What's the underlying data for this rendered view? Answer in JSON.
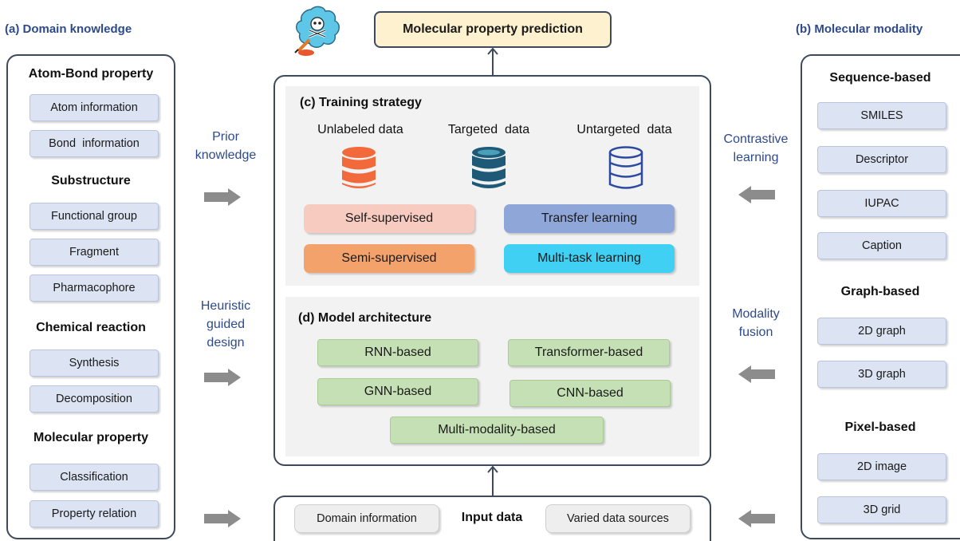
{
  "headers": {
    "domain_knowledge": "(a) Domain knowledge",
    "molecular_modality": "(b) Molecular modality"
  },
  "output": {
    "label": "Molecular property prediction"
  },
  "left_panel": {
    "sections": [
      {
        "title": "Atom-Bond property",
        "items": [
          "Atom information",
          "Bond  information"
        ]
      },
      {
        "title": "Substructure",
        "items": [
          "Functional group",
          "Fragment",
          "Pharmacophore"
        ]
      },
      {
        "title": "Chemical reaction",
        "items": [
          "Synthesis",
          "Decomposition"
        ]
      },
      {
        "title": "Molecular property",
        "items": [
          "Classification",
          "Property relation"
        ]
      }
    ]
  },
  "right_panel": {
    "sections": [
      {
        "title": "Sequence-based",
        "items": [
          "SMILES",
          "Descriptor",
          "IUPAC",
          "Caption"
        ]
      },
      {
        "title": "Graph-based",
        "items": [
          "2D graph",
          "3D graph"
        ]
      },
      {
        "title": "Pixel-based",
        "items": [
          "2D image",
          "3D grid"
        ]
      }
    ]
  },
  "connectors": {
    "prior": [
      "Prior",
      "knowledge"
    ],
    "heuristic": [
      "Heuristic",
      "guided",
      "design"
    ],
    "contrastive": [
      "Contrastive",
      "learning"
    ],
    "fusion": [
      "Modality",
      "fusion"
    ]
  },
  "training": {
    "title": "(c) Training strategy",
    "data_types": [
      "Unlabeled data",
      "Targeted  data",
      "Untargeted  data"
    ],
    "strategies": [
      {
        "label": "Self-supervised",
        "color": "#f8cbc0"
      },
      {
        "label": "Transfer learning",
        "color": "#8fa6d8"
      },
      {
        "label": "Semi-supervised",
        "color": "#f4a26c"
      },
      {
        "label": "Multi-task learning",
        "color": "#3fd0f4"
      }
    ]
  },
  "model": {
    "title": "(d) Model architecture",
    "items": [
      "RNN-based",
      "Transformer-based",
      "GNN-based",
      "CNN-based",
      "Multi-modality-based"
    ]
  },
  "input": {
    "title": "Input data",
    "left": "Domain information",
    "right": "Varied data sources"
  },
  "colors": {
    "accent_text": "#2d4a8c",
    "db_orange": "#f26a3c",
    "db_teal": "#1e5a78",
    "db_blue": "#2c4aa0",
    "arrow_gray": "#8c8c8c"
  }
}
